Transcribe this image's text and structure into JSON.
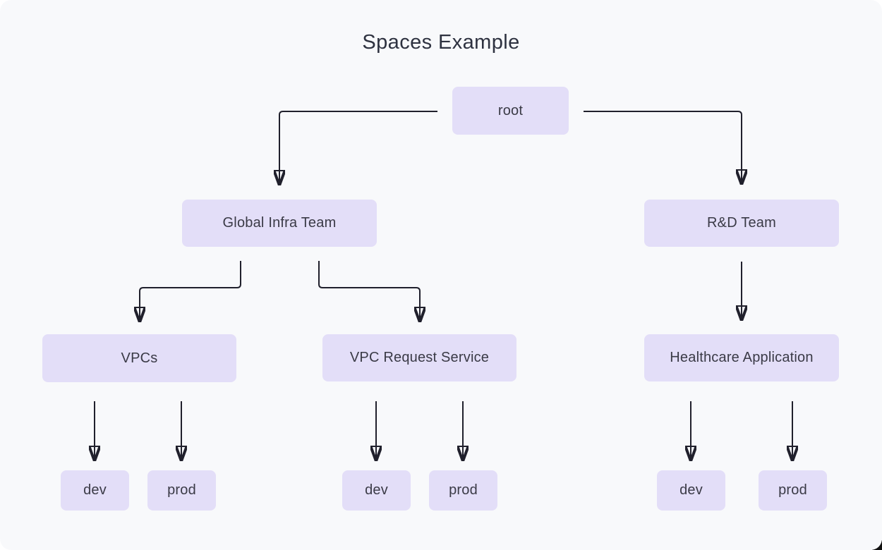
{
  "diagram": {
    "title": "Spaces Example",
    "nodes": [
      {
        "id": "root",
        "label": "root"
      },
      {
        "id": "global-infra-team",
        "label": "Global Infra Team"
      },
      {
        "id": "rd-team",
        "label": "R&D Team"
      },
      {
        "id": "vpcs",
        "label": "VPCs"
      },
      {
        "id": "vpc-request-service",
        "label": "VPC Request Service"
      },
      {
        "id": "healthcare-application",
        "label": "Healthcare Application"
      },
      {
        "id": "vpcs-dev",
        "label": "dev"
      },
      {
        "id": "vpcs-prod",
        "label": "prod"
      },
      {
        "id": "vpc-request-service-dev",
        "label": "dev"
      },
      {
        "id": "vpc-request-service-prod",
        "label": "prod"
      },
      {
        "id": "healthcare-application-dev",
        "label": "dev"
      },
      {
        "id": "healthcare-application-prod",
        "label": "prod"
      }
    ],
    "edges": [
      {
        "from": "root",
        "to": "global-infra-team"
      },
      {
        "from": "root",
        "to": "rd-team"
      },
      {
        "from": "global-infra-team",
        "to": "vpcs"
      },
      {
        "from": "global-infra-team",
        "to": "vpc-request-service"
      },
      {
        "from": "rd-team",
        "to": "healthcare-application"
      },
      {
        "from": "vpcs",
        "to": "vpcs-dev"
      },
      {
        "from": "vpcs",
        "to": "vpcs-prod"
      },
      {
        "from": "vpc-request-service",
        "to": "vpc-request-service-dev"
      },
      {
        "from": "vpc-request-service",
        "to": "vpc-request-service-prod"
      },
      {
        "from": "healthcare-application",
        "to": "healthcare-application-dev"
      },
      {
        "from": "healthcare-application",
        "to": "healthcare-application-prod"
      }
    ],
    "colors": {
      "canvas_background": "#F8F9FB",
      "node_fill": "#E3DEF8",
      "node_text": "#3A3A46",
      "edge_stroke": "#20202C",
      "title_text": "#2E3240"
    }
  }
}
